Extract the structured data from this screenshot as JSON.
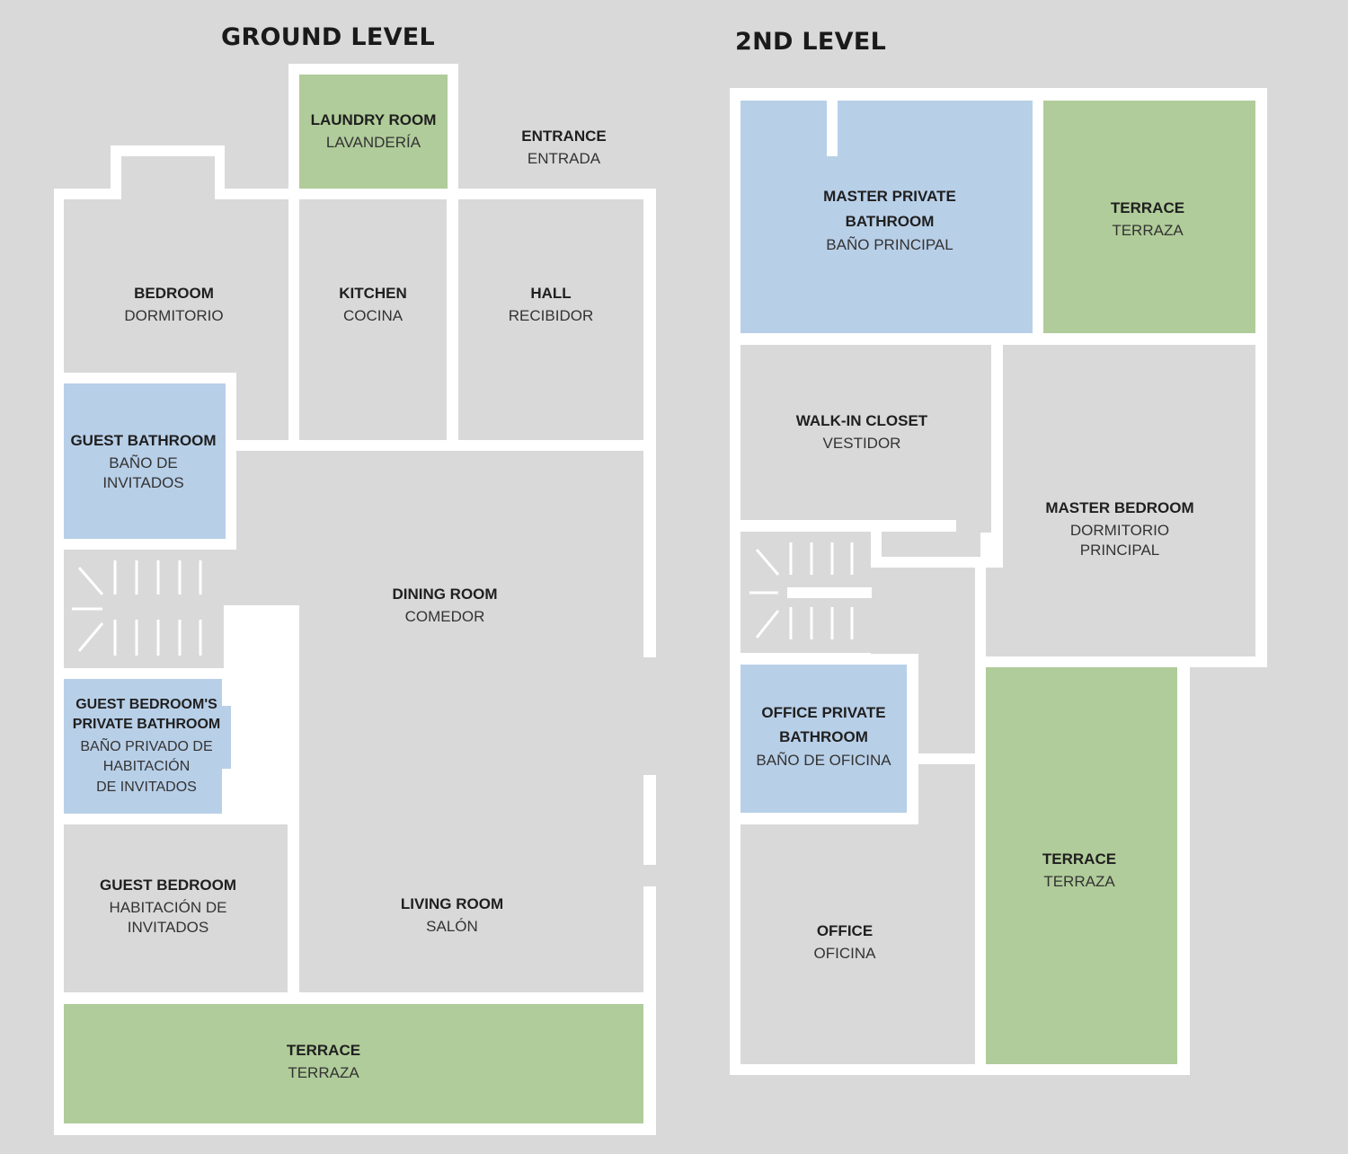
{
  "colors": {
    "background": "#d9d9d9",
    "floor": "#d9d9d9",
    "wall": "#ffffff",
    "bathroom": "#b8cfe8",
    "green_space": "#b0cc9a"
  },
  "ground_level": {
    "title": "GROUND LEVEL",
    "rooms": {
      "laundry": {
        "en": "LAUNDRY ROOM",
        "es": "LAVANDERÍA"
      },
      "entrance": {
        "en": "ENTRANCE",
        "es": "ENTRADA"
      },
      "bedroom": {
        "en": "BEDROOM",
        "es": "DORMITORIO"
      },
      "kitchen": {
        "en": "KITCHEN",
        "es": "COCINA"
      },
      "hall": {
        "en": "HALL",
        "es": "RECIBIDOR"
      },
      "guest_bathroom": {
        "en": "GUEST BATHROOM",
        "es": "BAÑO DE\nINVITADOS"
      },
      "dining_room": {
        "en": "DINING ROOM",
        "es": "COMEDOR"
      },
      "guest_private_bathroom": {
        "en": "GUEST BEDROOM'S\nPRIVATE BATHROOM",
        "es": "BAÑO PRIVADO DE\nHABITACIÓN\nDE INVITADOS"
      },
      "guest_bedroom": {
        "en": "GUEST BEDROOM",
        "es": "HABITACIÓN DE\nINVITADOS"
      },
      "living_room": {
        "en": "LIVING ROOM",
        "es": "SALÓN"
      },
      "terrace": {
        "en": "TERRACE",
        "es": "TERRAZA"
      }
    }
  },
  "second_level": {
    "title": "2ND LEVEL",
    "rooms": {
      "master_bathroom": {
        "en": "MASTER PRIVATE\nBATHROOM",
        "es": "BAÑO PRINCIPAL"
      },
      "terrace_top": {
        "en": "TERRACE",
        "es": "TERRAZA"
      },
      "walk_in_closet": {
        "en": "WALK-IN CLOSET",
        "es": "VESTIDOR"
      },
      "master_bedroom": {
        "en": "MASTER BEDROOM",
        "es": "DORMITORIO\nPRINCIPAL"
      },
      "office_bathroom": {
        "en": "OFFICE PRIVATE\nBATHROOM",
        "es": "BAÑO DE OFICINA"
      },
      "terrace_side": {
        "en": "TERRACE",
        "es": "TERRAZA"
      },
      "office": {
        "en": "OFFICE",
        "es": "OFICINA"
      }
    }
  }
}
